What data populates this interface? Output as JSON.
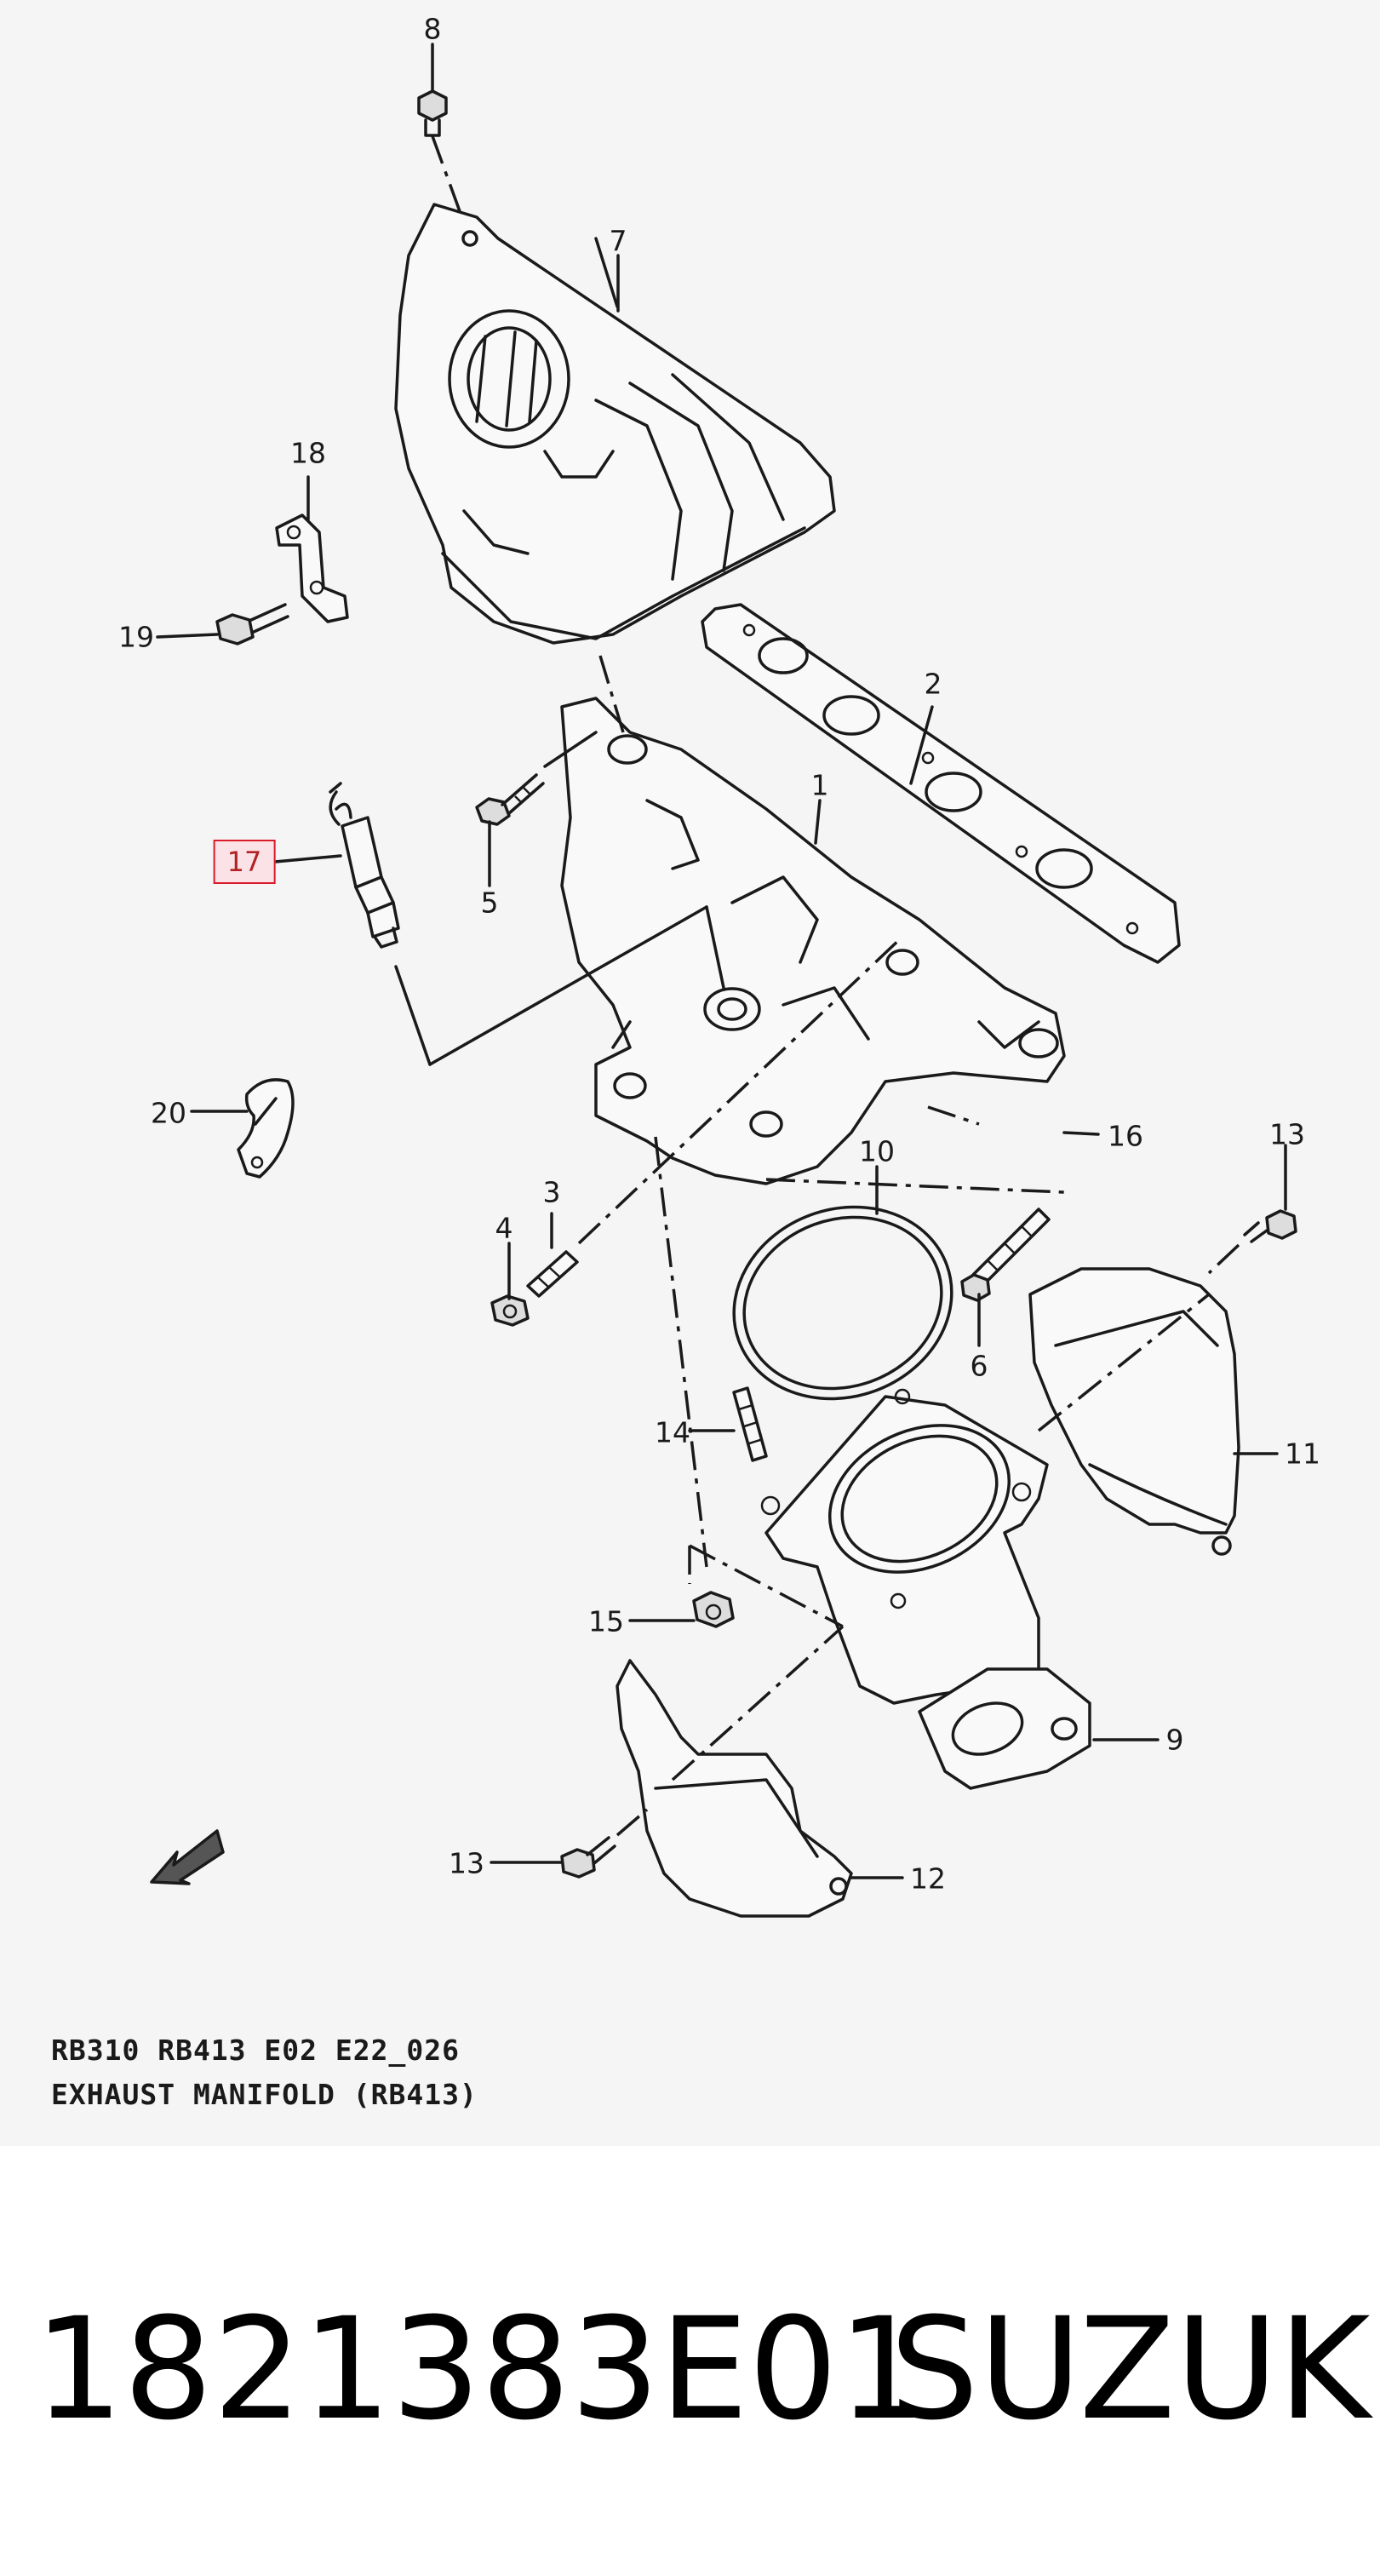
{
  "callouts": {
    "c1": "1",
    "c2": "2",
    "c3": "3",
    "c4": "4",
    "c5": "5",
    "c6": "6",
    "c7": "7",
    "c8": "8",
    "c9": "9",
    "c10": "10",
    "c11": "11",
    "c12": "12",
    "c13a": "13",
    "c13b": "13",
    "c14": "14",
    "c15": "15",
    "c16": "16",
    "c17": "17",
    "c18": "18",
    "c19": "19",
    "c20": "20"
  },
  "caption": {
    "line1": "RB310 RB413 E02 E22_026",
    "line2": "EXHAUST MANIFOLD (RB413)"
  },
  "footer": {
    "part_number": "1821383E01",
    "brand": "SUZUKI"
  },
  "highlighted_part": "17",
  "colors": {
    "highlight_border": "#d81b2a",
    "highlight_fill": "#fbe2e6",
    "diagram_background": "#f5f5f5"
  }
}
